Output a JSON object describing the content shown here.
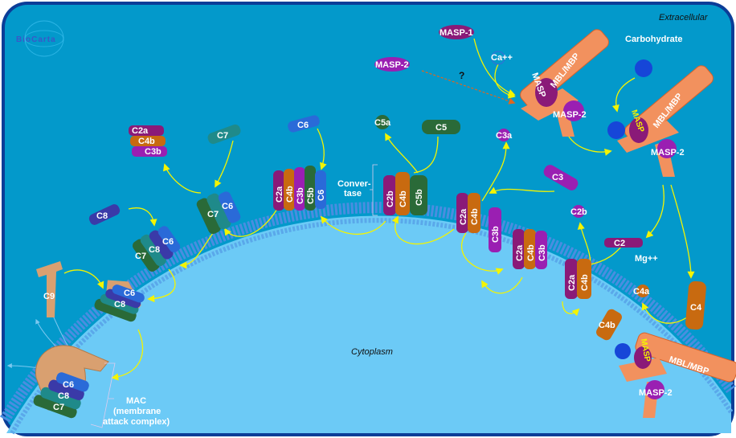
{
  "logo": "BioCarta",
  "regions": {
    "extracellular": "Extracellular",
    "cytoplasm": "Cytoplasm"
  },
  "molecules": {
    "masp1": "MASP-1",
    "masp2": "MASP-2",
    "masp": "MASP",
    "ca": "Ca++",
    "unknown": "?",
    "carbohydrate": "Carbohydrate",
    "mbl": "MBL/MBP",
    "c2": "C2",
    "c2a": "C2a",
    "c2b": "C2b",
    "mg": "Mg++",
    "c3": "C3",
    "c3a": "C3a",
    "c3b": "C3b",
    "c4": "C4",
    "c4a": "C4a",
    "c4b": "C4b",
    "c5": "C5",
    "c5a": "C5a",
    "c5b": "C5b",
    "c6": "C6",
    "c7": "C7",
    "c8": "C8",
    "c9": "C9"
  },
  "convertase": {
    "line1": "Conver-",
    "line2": "tase"
  },
  "mac": {
    "line1": "MAC",
    "line2": "(membrane",
    "line3": "attack complex)"
  },
  "colors": {
    "background": "#0399cb",
    "border": "#0b3d98",
    "cytoplasm": "#6ccaf6",
    "membrane": "#4a8de0",
    "arrow": "#f4f400",
    "mbl": "#f2915e"
  }
}
